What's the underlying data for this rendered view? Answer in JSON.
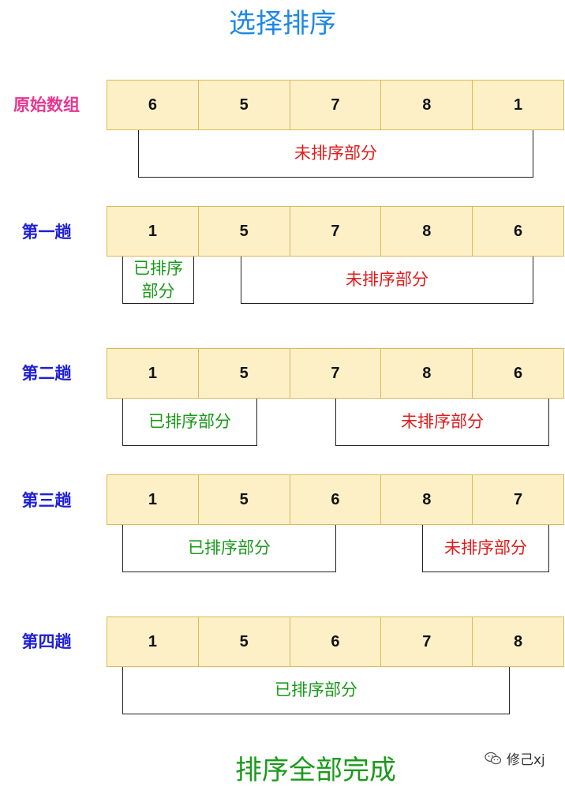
{
  "title": "选择排序",
  "rows": [
    {
      "label": "原始数组",
      "values": [
        "6",
        "5",
        "7",
        "8",
        "1"
      ],
      "boxes": [
        {
          "text": "未排序部分",
          "kind": "unsorted"
        }
      ]
    },
    {
      "label": "第一趟",
      "values": [
        "1",
        "5",
        "7",
        "8",
        "6"
      ],
      "boxes": [
        {
          "text": "已排序部分",
          "kind": "sorted"
        },
        {
          "text": "未排序部分",
          "kind": "unsorted"
        }
      ]
    },
    {
      "label": "第二趟",
      "values": [
        "1",
        "5",
        "7",
        "8",
        "6"
      ],
      "boxes": [
        {
          "text": "已排序部分",
          "kind": "sorted"
        },
        {
          "text": "未排序部分",
          "kind": "unsorted"
        }
      ]
    },
    {
      "label": "第三趟",
      "values": [
        "1",
        "5",
        "6",
        "8",
        "7"
      ],
      "boxes": [
        {
          "text": "已排序部分",
          "kind": "sorted"
        },
        {
          "text": "未排序部分",
          "kind": "unsorted"
        }
      ]
    },
    {
      "label": "第四趟",
      "values": [
        "1",
        "5",
        "6",
        "7",
        "8"
      ],
      "boxes": [
        {
          "text": "已排序部分",
          "kind": "sorted"
        }
      ]
    }
  ],
  "footer": "排序全部完成",
  "watermark": {
    "icon": "wechat-icon",
    "text": "修己xj"
  },
  "colors": {
    "title": "#1e88e5",
    "sorted": "#1a9a1a",
    "unsorted": "#e21b1b",
    "cell_fill": "#fdf0c6",
    "cell_border": "#d9b95a"
  }
}
